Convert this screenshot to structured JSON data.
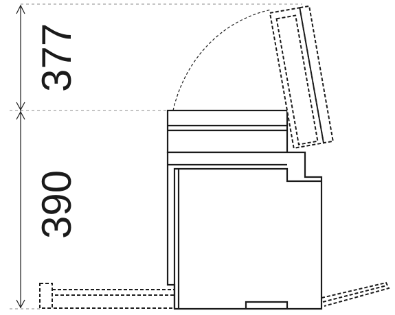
{
  "dimensions": {
    "upper_label": "377",
    "lower_label": "390",
    "upper_value": 377,
    "lower_value": 390
  },
  "colors": {
    "line": "#1a1a1a",
    "guide": "#8a8a8a",
    "background": "#ffffff"
  }
}
